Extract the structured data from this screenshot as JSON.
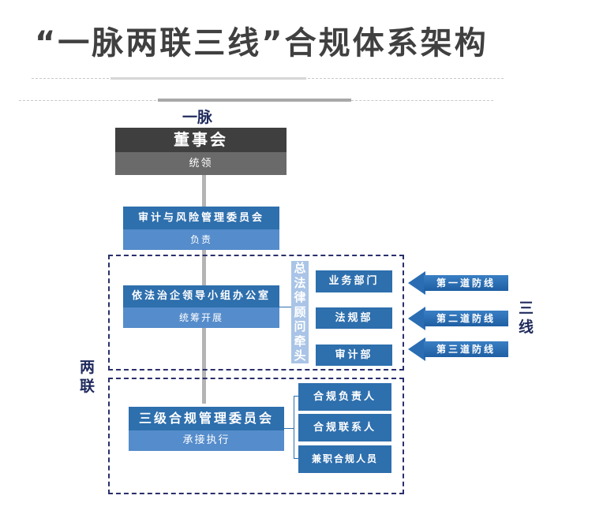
{
  "title": "“一脉两联三线”合规体系架构",
  "labels": {
    "one_vein": "一脉",
    "two_links_1": "两",
    "two_links_2": "联",
    "three_lines_1": "三",
    "three_lines_2": "线"
  },
  "board": {
    "title": "董事会",
    "role": "统领"
  },
  "audit_committee": {
    "title": "审计与风险管理委员会",
    "role": "负责"
  },
  "law_office": {
    "title": "依法治企领导小组办公室",
    "role": "统筹开展"
  },
  "general_counsel": "总法律顾问牵头",
  "departments": [
    "业务部门",
    "法规部",
    "审计部"
  ],
  "defense_lines": [
    "第一道防线",
    "第二道防线",
    "第三道防线"
  ],
  "tier_committee": {
    "title": "三级合规管理委员会",
    "role": "承接执行"
  },
  "personnel": [
    "合规负责人",
    "合规联系人",
    "兼职合规人员"
  ],
  "colors": {
    "navy": "#1f2a5c",
    "blue": "#2e6fad",
    "light_blue": "#558ccb",
    "dark_gray": "#3f3f3f"
  }
}
